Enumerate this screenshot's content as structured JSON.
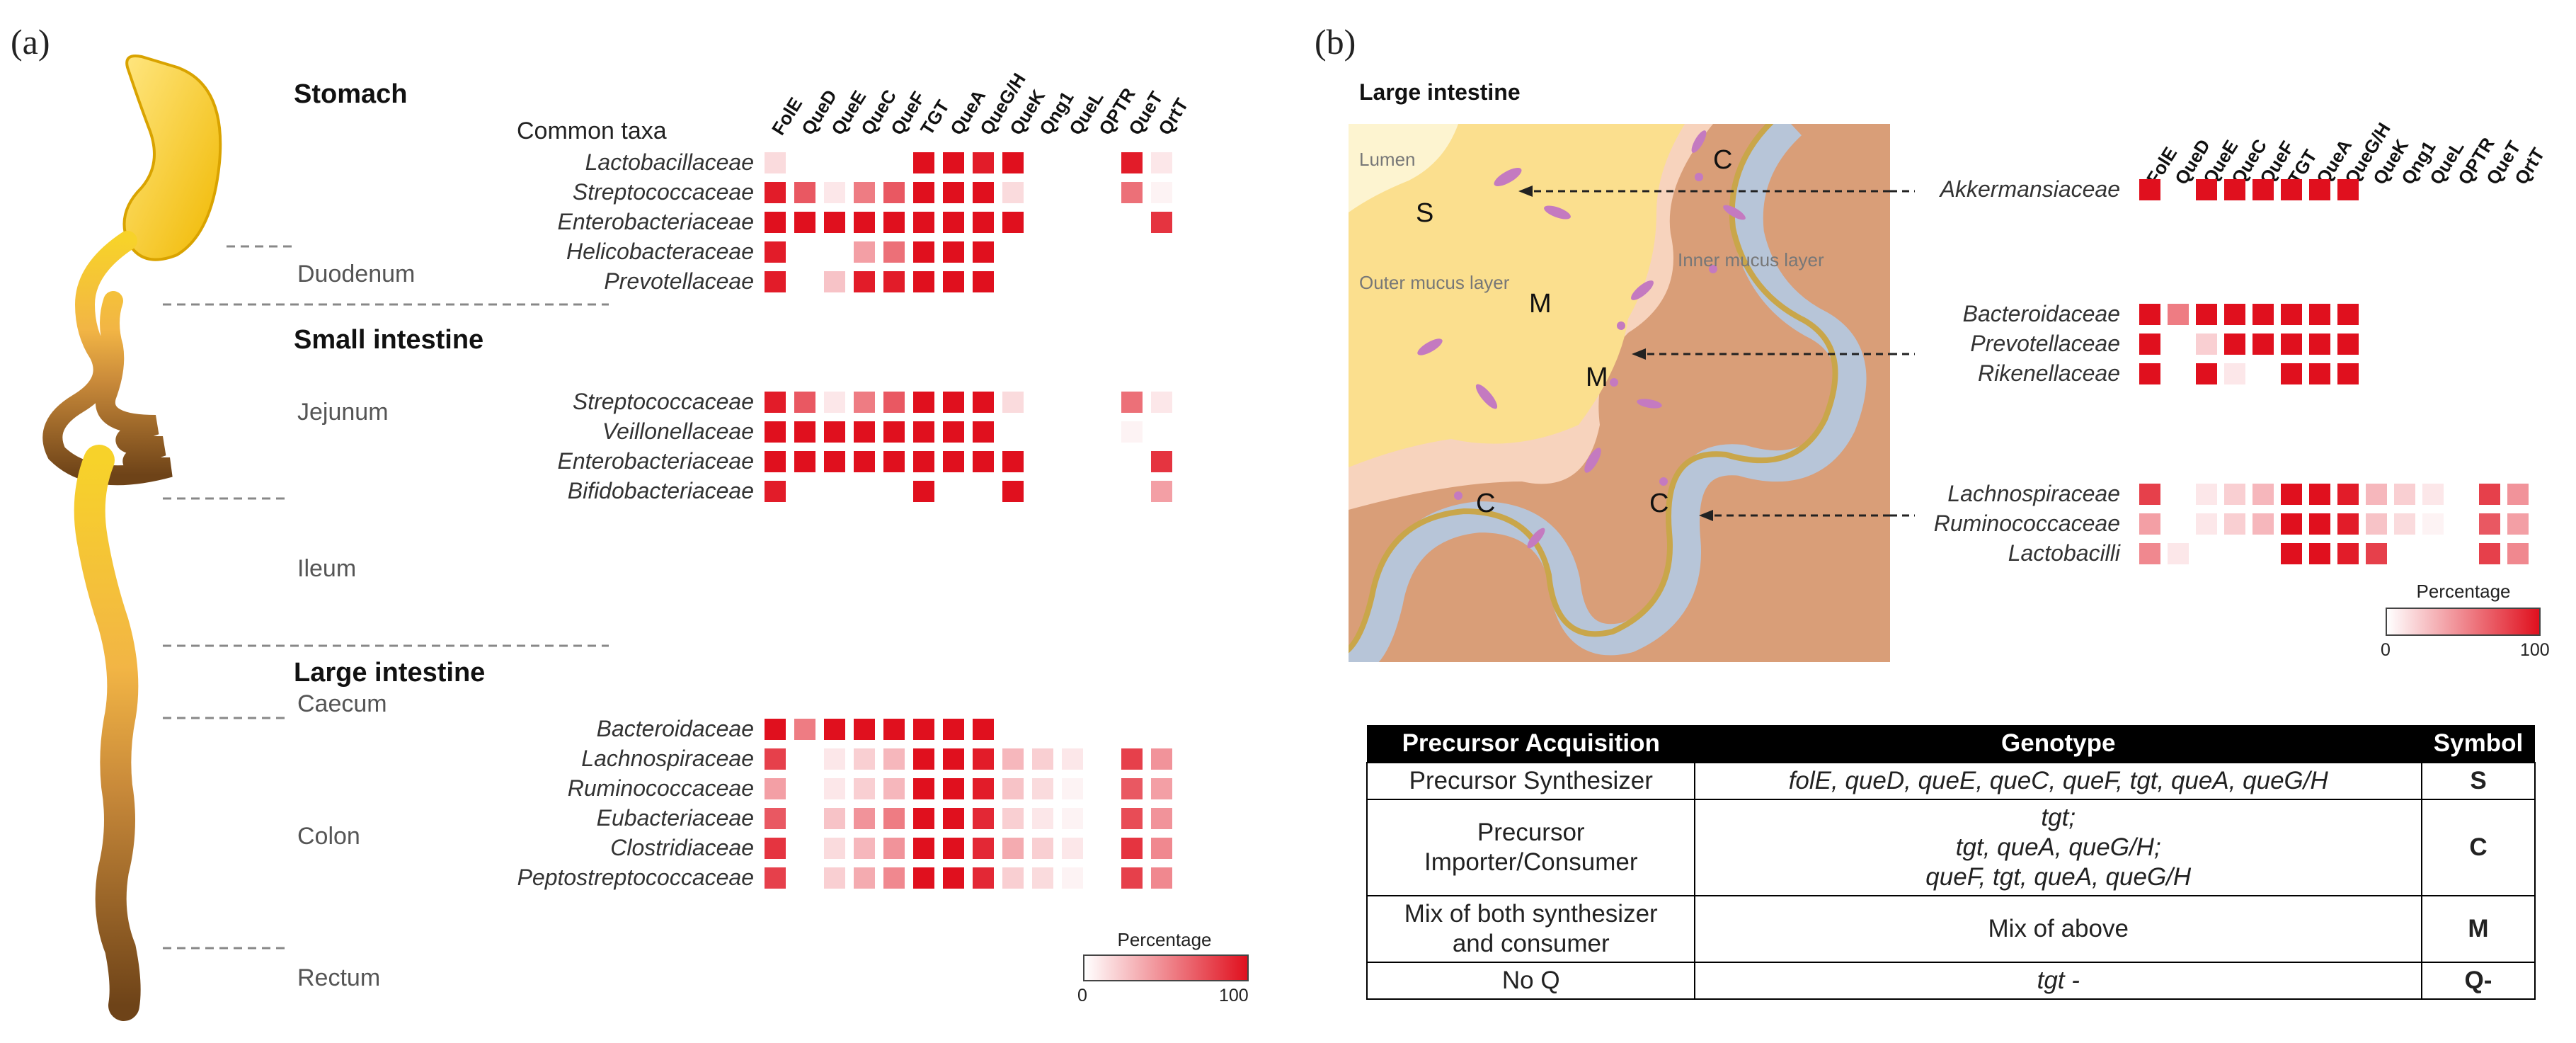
{
  "colors": {
    "cell_max": "#e0101e",
    "cell_min": "#ffffff",
    "stomach": "#f6c612",
    "colon": "#8a5620"
  },
  "panel_a": {
    "label": "(a)",
    "regions": {
      "stomach": "Stomach",
      "small_intestine": "Small intestine",
      "large_intestine": "Large intestine"
    },
    "subregions": {
      "duodenum": "Duodenum",
      "jejunum": "Jejunum",
      "ileum": "Ileum",
      "caecum": "Caecum",
      "colon": "Colon",
      "rectum": "Rectum"
    },
    "common_taxa_header": "Common taxa",
    "legend": {
      "title": "Percentage",
      "min": "0",
      "max": "100"
    }
  },
  "panel_b": {
    "label": "(b)",
    "title": "Large intestine",
    "scene_labels": {
      "lumen": "Lumen",
      "outer_mucus": "Outer mucus layer",
      "inner_mucus": "Inner mucus layer",
      "S": "S",
      "M1": "M",
      "M2": "M",
      "C1": "C",
      "C2": "C",
      "C3": "C"
    },
    "legend": {
      "title": "Percentage",
      "min": "0",
      "max": "100"
    }
  },
  "chart_data": [
    {
      "type": "heatmap",
      "genes": [
        "FolE",
        "QueD",
        "QueE",
        "QueC",
        "QueF",
        "TGT",
        "QueA",
        "QueG/H",
        "QueK",
        "Qng1",
        "QueL",
        "QPTR",
        "QueT",
        "QrtT"
      ],
      "colorbar": {
        "label": "Percentage",
        "range": [
          0,
          100
        ]
      },
      "groups": [
        {
          "region": "Stomach",
          "rows": [
            {
              "name": "Lactobacillaceae",
              "values": [
                15,
                0,
                0,
                0,
                0,
                100,
                100,
                95,
                100,
                0,
                0,
                0,
                95,
                10
              ]
            },
            {
              "name": "Streptococcaceae",
              "values": [
                95,
                70,
                10,
                55,
                70,
                100,
                100,
                100,
                15,
                0,
                0,
                0,
                60,
                5
              ]
            },
            {
              "name": "Enterobacteriaceae",
              "values": [
                100,
                100,
                100,
                100,
                100,
                100,
                100,
                100,
                100,
                0,
                0,
                0,
                0,
                85
              ]
            },
            {
              "name": "Helicobacteraceae",
              "values": [
                95,
                0,
                0,
                40,
                60,
                100,
                100,
                100,
                0,
                0,
                0,
                0,
                0,
                0
              ]
            },
            {
              "name": "Prevotellaceae",
              "values": [
                95,
                0,
                25,
                95,
                95,
                100,
                100,
                100,
                0,
                0,
                0,
                0,
                0,
                0
              ]
            }
          ]
        },
        {
          "region": "Small intestine",
          "rows": [
            {
              "name": "Streptococcaceae",
              "values": [
                95,
                70,
                10,
                55,
                70,
                100,
                100,
                100,
                15,
                0,
                0,
                0,
                60,
                10
              ]
            },
            {
              "name": "Veillonellaceae",
              "values": [
                100,
                100,
                100,
                100,
                100,
                100,
                100,
                100,
                0,
                0,
                0,
                0,
                5,
                0
              ]
            },
            {
              "name": "Enterobacteriaceae",
              "values": [
                100,
                100,
                100,
                100,
                100,
                100,
                100,
                100,
                100,
                0,
                0,
                0,
                0,
                85
              ]
            },
            {
              "name": "Bifidobacteriaceae",
              "values": [
                95,
                0,
                0,
                0,
                0,
                100,
                0,
                0,
                100,
                0,
                0,
                0,
                0,
                40
              ]
            }
          ]
        },
        {
          "region": "Large intestine",
          "rows": [
            {
              "name": "Bacteroidaceae",
              "values": [
                100,
                55,
                100,
                100,
                100,
                100,
                100,
                100,
                0,
                0,
                0,
                0,
                0,
                0
              ]
            },
            {
              "name": "Lachnospiraceae",
              "values": [
                80,
                0,
                10,
                20,
                30,
                100,
                100,
                95,
                30,
                20,
                10,
                0,
                80,
                45
              ]
            },
            {
              "name": "Ruminococcaceae",
              "values": [
                40,
                0,
                10,
                20,
                30,
                100,
                100,
                95,
                25,
                15,
                5,
                0,
                70,
                40
              ]
            },
            {
              "name": "Eubacteriaceae",
              "values": [
                70,
                0,
                25,
                45,
                55,
                100,
                100,
                90,
                20,
                10,
                5,
                0,
                75,
                45
              ]
            },
            {
              "name": "Clostridiaceae",
              "values": [
                85,
                0,
                15,
                30,
                45,
                100,
                100,
                90,
                35,
                20,
                10,
                0,
                85,
                50
              ]
            },
            {
              "name": "Peptostreptococcaceae",
              "values": [
                80,
                0,
                20,
                35,
                50,
                100,
                100,
                90,
                20,
                15,
                5,
                0,
                80,
                50
              ]
            }
          ]
        }
      ]
    },
    {
      "type": "heatmap",
      "genes": [
        "FolE",
        "QueD",
        "QueE",
        "QueC",
        "QueF",
        "TGT",
        "QueA",
        "QueG/H",
        "QueK",
        "Qng1",
        "QueL",
        "QPTR",
        "QueT",
        "QrtT"
      ],
      "colorbar": {
        "label": "Percentage",
        "range": [
          0,
          100
        ]
      },
      "groups": [
        {
          "rows": [
            {
              "name": "Akkermansiaceae",
              "values": [
                100,
                0,
                100,
                100,
                100,
                100,
                100,
                100,
                0,
                0,
                0,
                0,
                0,
                0
              ]
            }
          ]
        },
        {
          "rows": [
            {
              "name": "Bacteroidaceae",
              "values": [
                100,
                55,
                100,
                100,
                100,
                100,
                100,
                100,
                0,
                0,
                0,
                0,
                0,
                0
              ]
            },
            {
              "name": "Prevotellaceae",
              "values": [
                100,
                0,
                20,
                100,
                100,
                100,
                100,
                100,
                0,
                0,
                0,
                0,
                0,
                0
              ]
            },
            {
              "name": "Rikenellaceae",
              "values": [
                100,
                0,
                100,
                10,
                0,
                100,
                100,
                100,
                0,
                0,
                0,
                0,
                0,
                0
              ]
            }
          ]
        },
        {
          "rows": [
            {
              "name": "Lachnospiraceae",
              "values": [
                80,
                0,
                10,
                20,
                30,
                100,
                100,
                95,
                30,
                20,
                10,
                0,
                80,
                45
              ]
            },
            {
              "name": "Ruminococcaceae",
              "values": [
                40,
                0,
                10,
                20,
                30,
                100,
                100,
                95,
                25,
                15,
                5,
                0,
                70,
                40
              ]
            },
            {
              "name": "Lactobacilli",
              "values": [
                50,
                10,
                0,
                0,
                0,
                100,
                100,
                95,
                80,
                0,
                0,
                0,
                80,
                50
              ]
            }
          ]
        }
      ]
    },
    {
      "type": "table",
      "headers": [
        "Precursor Acquisition",
        "Genotype",
        "Symbol"
      ],
      "rows": [
        {
          "acq": "Precursor Synthesizer",
          "geno": [
            "folE, queD, queE, queC, queF, tgt, queA, queG/H"
          ],
          "sym": "S"
        },
        {
          "acq": "Precursor Importer/Consumer",
          "geno": [
            "tgt;",
            "tgt, queA, queG/H;",
            "queF, tgt, queA, queG/H"
          ],
          "sym": "C"
        },
        {
          "acq": "Mix of both synthesizer and consumer",
          "geno": [
            "Mix of above"
          ],
          "sym": "M"
        },
        {
          "acq": "No Q",
          "geno": [
            "tgt -"
          ],
          "sym": "Q-"
        }
      ]
    }
  ]
}
